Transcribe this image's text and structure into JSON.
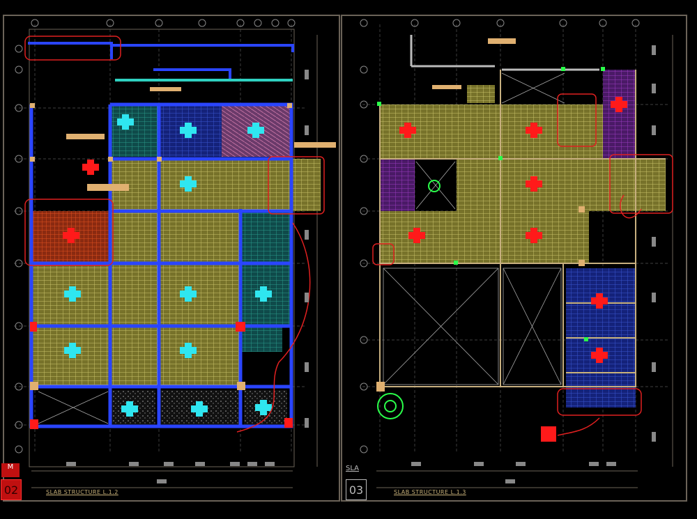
{
  "sheets": [
    {
      "number": "02",
      "tag": "M",
      "title": "SLAB STRUCTURE L.1.2"
    },
    {
      "number": "03",
      "tag": "SLA",
      "title": "SLAB STRUCTURE L.1.3"
    }
  ],
  "colors": {
    "background": "#000000",
    "frame": "#6b6358",
    "slab_yellow": "#9a9436",
    "slab_blue": "#1d2f9a",
    "slab_teal": "#1f6b6b",
    "slab_purple": "#6d2a8a",
    "marker_cyan": "#2fe6f0",
    "marker_red": "#ff1a1a",
    "beam_blue": "#2a45ff"
  }
}
